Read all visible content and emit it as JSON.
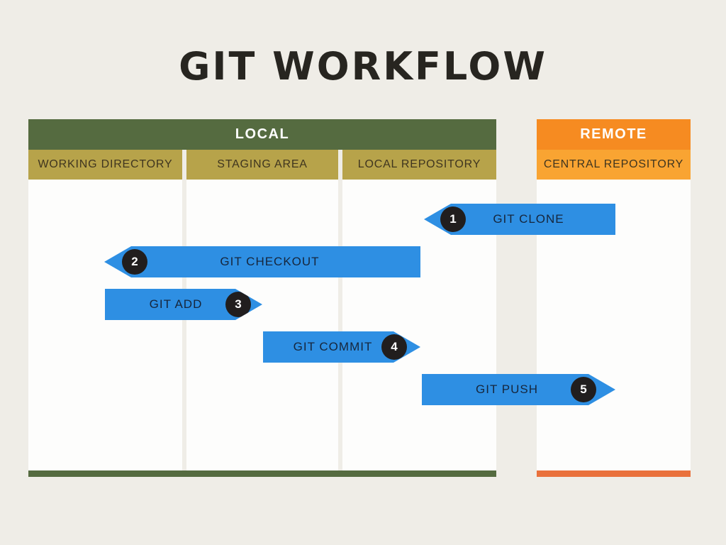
{
  "title": "GIT WORKFLOW",
  "colors": {
    "background": "#efede7",
    "title_text": "#272520",
    "local_green": "#556b40",
    "column_olive": "#b7a34a",
    "column_text": "#3f351f",
    "remote_orange": "#f68b21",
    "remote_sub_orange": "#f9a432",
    "remote_bottom_orange": "#e9713c",
    "arrow_blue": "#2e8fe3",
    "arrow_text": "#16263c",
    "step_circle": "#211e1e",
    "panel_white": "#fdfdfc",
    "header_text": "#ffffff"
  },
  "local": {
    "header": "LOCAL",
    "columns": [
      "WORKING DIRECTORY",
      "STAGING AREA",
      "LOCAL REPOSITORY"
    ]
  },
  "remote": {
    "header": "REMOTE",
    "column": "CENTRAL REPOSITORY"
  },
  "steps": [
    {
      "number": "1",
      "label": "GIT CLONE",
      "direction": "left"
    },
    {
      "number": "2",
      "label": "GIT CHECKOUT",
      "direction": "left"
    },
    {
      "number": "3",
      "label": "GIT ADD",
      "direction": "right"
    },
    {
      "number": "4",
      "label": "GIT COMMIT",
      "direction": "right"
    },
    {
      "number": "5",
      "label": "GIT PUSH",
      "direction": "right"
    }
  ]
}
